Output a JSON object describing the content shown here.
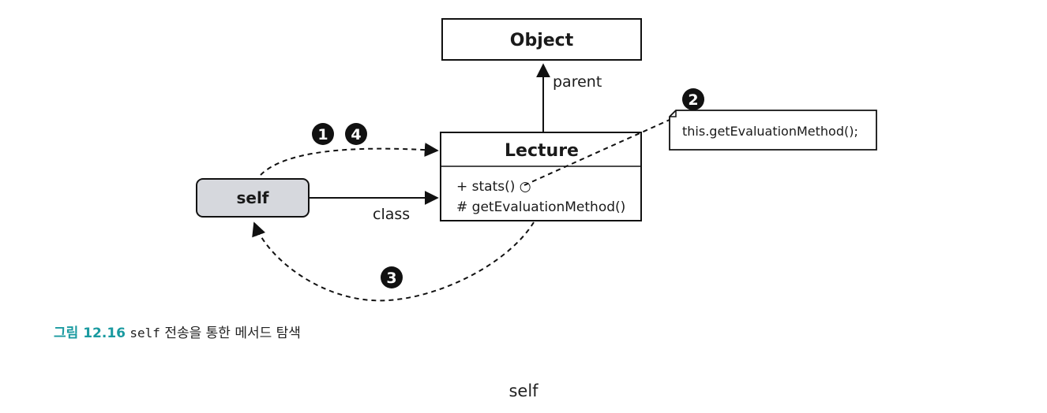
{
  "nodes": {
    "object": {
      "title": "Object"
    },
    "lecture": {
      "title": "Lecture",
      "members": [
        "+ stats() ○",
        "# getEvaluationMethod()"
      ]
    },
    "self": {
      "title": "self"
    },
    "note": {
      "text": "this.getEvaluationMethod();"
    }
  },
  "edges": {
    "parent_label": "parent",
    "class_label": "class"
  },
  "steps": {
    "one": "1",
    "two": "2",
    "three": "3",
    "four": "4"
  },
  "caption": {
    "fig_num": "그림 12.16",
    "code": "self",
    "text": "전송을 통한 메서드 탐색"
  },
  "footer": {
    "label": "self"
  }
}
